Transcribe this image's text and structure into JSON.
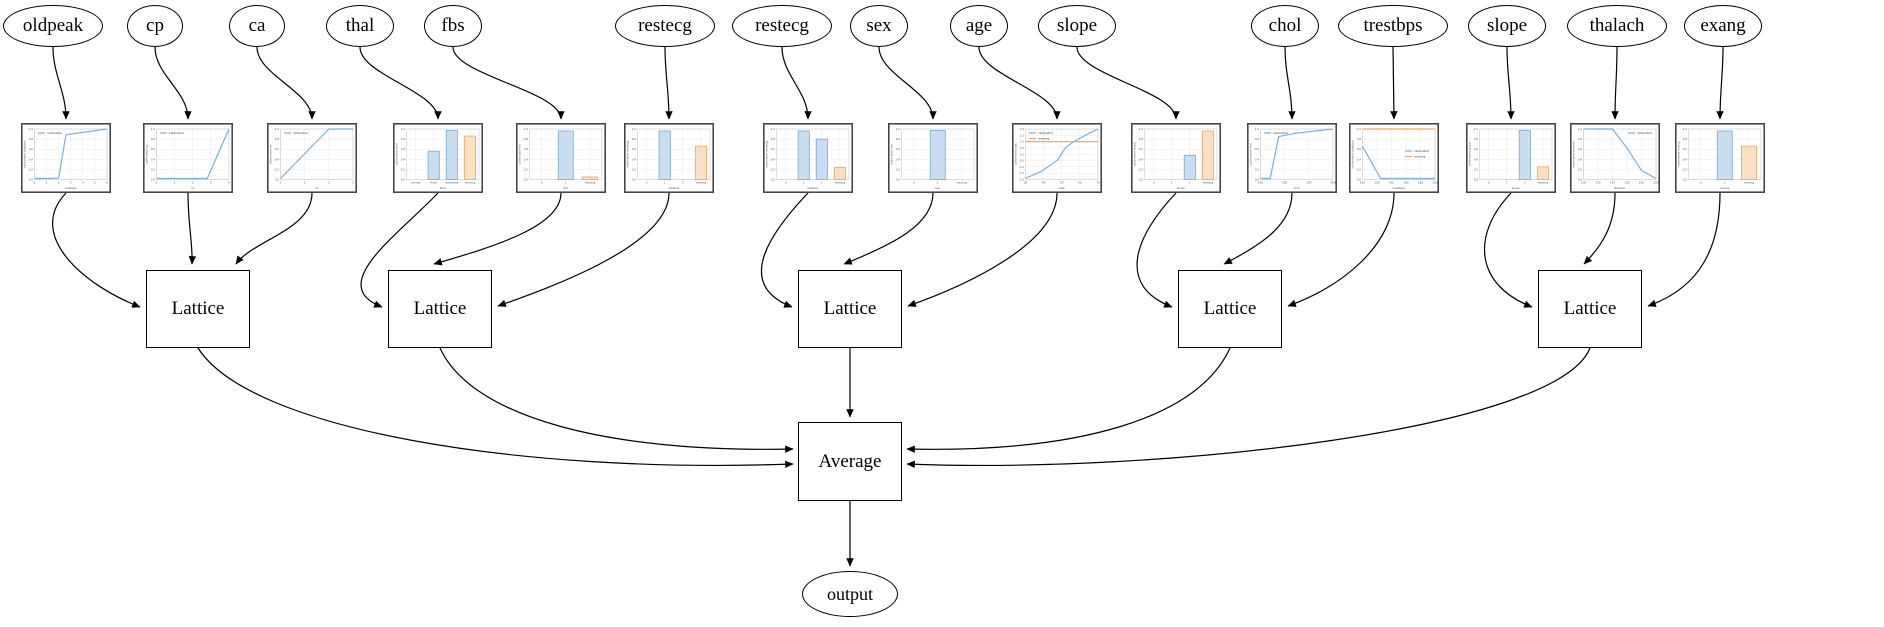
{
  "diagram": {
    "features": [
      "oldpeak",
      "cp",
      "ca",
      "thal",
      "fbs",
      "restecg",
      "restecg",
      "sex",
      "age",
      "slope",
      "chol",
      "trestbps",
      "slope",
      "thalach",
      "exang"
    ],
    "lattice_label": "Lattice",
    "average_label": "Average",
    "output_label": "output",
    "lattice_groups": [
      [
        0,
        1,
        2
      ],
      [
        3,
        4,
        5
      ],
      [
        6,
        7,
        8
      ],
      [
        9,
        10,
        11
      ],
      [
        12,
        13,
        14
      ]
    ]
  },
  "colors": {
    "calibrated_line": "#7aafdc",
    "calibrated_bar_fill": "#c9def0",
    "calibrated_bar_edge": "#74a9d4",
    "missing_line": "#f5a963",
    "missing_bar_fill": "#fbe1c3",
    "missing_bar_edge": "#f0a55e",
    "grid": "#e9e9e9",
    "frame": "#3c3c3c",
    "spine": "#cccccc",
    "tick_text": "#555555",
    "edge": "#000000"
  },
  "chart_data": [
    {
      "feature": "oldpeak",
      "type": "line",
      "xlabel": "oldpeak",
      "ylabel": "calibrated oldpeak",
      "xlim": [
        0,
        6
      ],
      "ylim": [
        0,
        1
      ],
      "xticks": [
        "0",
        "1",
        "2",
        "3",
        "4",
        "5",
        "6"
      ],
      "yticks": [
        "0.0",
        "0.2",
        "0.4",
        "0.6",
        "0.8",
        "1.0"
      ],
      "legend": {
        "position": "top-left",
        "entries": [
          {
            "label": "calibrated",
            "color": "blue"
          }
        ]
      },
      "series": [
        {
          "name": "calibrated",
          "color": "blue",
          "points": [
            [
              0,
              0.02
            ],
            [
              1,
              0.02
            ],
            [
              2,
              0.03
            ],
            [
              2.6,
              0.88
            ],
            [
              3,
              0.9
            ],
            [
              6,
              1.0
            ]
          ]
        }
      ]
    },
    {
      "feature": "cp",
      "type": "line",
      "xlabel": "cp",
      "ylabel": "calibrated cp",
      "xlim": [
        0,
        4
      ],
      "ylim": [
        0,
        1
      ],
      "xticks": [
        "0",
        "1",
        "2",
        "3",
        "4"
      ],
      "yticks": [
        "0.0",
        "0.2",
        "0.4",
        "0.6",
        "0.8",
        "1.0"
      ],
      "legend": {
        "position": "top-left",
        "entries": [
          {
            "label": "calibrated",
            "color": "blue"
          }
        ]
      },
      "series": [
        {
          "name": "calibrated",
          "color": "blue",
          "points": [
            [
              0,
              0.02
            ],
            [
              2.8,
              0.02
            ],
            [
              4,
              1.0
            ]
          ]
        }
      ]
    },
    {
      "feature": "ca",
      "type": "line",
      "xlabel": "ca",
      "ylabel": "calibrated ca",
      "xlim": [
        0,
        3
      ],
      "ylim": [
        0,
        1
      ],
      "xticks": [
        "0",
        "1",
        "2",
        "3"
      ],
      "yticks": [
        "0.0",
        "0.2",
        "0.4",
        "0.6",
        "0.8",
        "1.0"
      ],
      "legend": {
        "position": "top-left",
        "entries": [
          {
            "label": "calibrated",
            "color": "blue"
          }
        ]
      },
      "series": [
        {
          "name": "calibrated",
          "color": "blue",
          "points": [
            [
              0,
              0.02
            ],
            [
              2,
              1.0
            ],
            [
              3,
              1.0
            ]
          ]
        }
      ]
    },
    {
      "feature": "thal",
      "type": "bar",
      "xlabel": "thal",
      "ylabel": "calibrated thal",
      "categories": [
        "normal",
        "fixed",
        "reversible",
        "missing"
      ],
      "values": [
        0,
        0.56,
        0.97,
        0.86
      ],
      "bar_colors": [
        "blue",
        "blue",
        "blue",
        "orange"
      ],
      "ylim": [
        0,
        1
      ],
      "yticks": [
        "0.0",
        "0.2",
        "0.4",
        "0.6",
        "0.8",
        "1.0"
      ]
    },
    {
      "feature": "fbs",
      "type": "bar",
      "xlabel": "fbs",
      "ylabel": "calibrated fbs",
      "categories": [
        "0",
        "1",
        "missing"
      ],
      "values": [
        0,
        0.96,
        0.05
      ],
      "bar_colors": [
        "blue",
        "blue",
        "orange"
      ],
      "ylim": [
        0,
        1
      ],
      "yticks": [
        "0.0",
        "0.2",
        "0.4",
        "0.6",
        "0.8",
        "1.0"
      ]
    },
    {
      "feature": "restecg",
      "type": "bar",
      "xlabel": "restecg",
      "ylabel": "calibrated restecg",
      "categories": [
        "0",
        "1",
        "2",
        "missing"
      ],
      "values": [
        0,
        0.96,
        0,
        0.66
      ],
      "bar_colors": [
        "blue",
        "blue",
        "blue",
        "orange"
      ],
      "ylim": [
        0,
        1
      ],
      "yticks": [
        "0.0",
        "0.2",
        "0.4",
        "0.6",
        "0.8",
        "1.0"
      ]
    },
    {
      "feature": "restecg",
      "type": "bar",
      "xlabel": "restecg",
      "ylabel": "calibrated restecg",
      "categories": [
        "0",
        "1",
        "2",
        "missing"
      ],
      "values": [
        0,
        0.96,
        0.8,
        0.24
      ],
      "bar_colors": [
        "blue",
        "blue",
        "blue",
        "orange"
      ],
      "ylim": [
        0,
        1
      ],
      "yticks": [
        "0.0",
        "0.2",
        "0.4",
        "0.6",
        "0.8",
        "1.0"
      ]
    },
    {
      "feature": "sex",
      "type": "bar",
      "xlabel": "sex",
      "ylabel": "calibrated sex",
      "categories": [
        "0",
        "1",
        "missing"
      ],
      "values": [
        0,
        0.97,
        0
      ],
      "bar_colors": [
        "blue",
        "blue",
        "orange"
      ],
      "ylim": [
        0,
        1
      ],
      "yticks": [
        "0.0",
        "0.2",
        "0.4",
        "0.6",
        "0.8",
        "1.0"
      ]
    },
    {
      "feature": "age",
      "type": "line",
      "xlabel": "age",
      "ylabel": "calibrated age",
      "xlim": [
        30,
        75
      ],
      "ylim": [
        -2,
        2
      ],
      "xticks": [
        "30",
        "40",
        "50",
        "60",
        "70"
      ],
      "yticks": [
        "-2.0",
        "-1.5",
        "-1.0",
        "-0.5",
        "0.0",
        "0.5",
        "1.0",
        "1.5",
        "2.0"
      ],
      "legend": {
        "position": "top-left",
        "entries": [
          {
            "label": "calibrated",
            "color": "blue"
          },
          {
            "label": "missing",
            "color": "orange"
          }
        ]
      },
      "series": [
        {
          "name": "calibrated",
          "color": "blue",
          "points": [
            [
              30,
              -1.9
            ],
            [
              40,
              -1.35
            ],
            [
              50,
              -0.45
            ],
            [
              55,
              0.55
            ],
            [
              60,
              1.0
            ],
            [
              70,
              1.7
            ],
            [
              75,
              2.0
            ]
          ]
        },
        {
          "name": "missing",
          "color": "orange",
          "points": [
            [
              30,
              1.0
            ],
            [
              75,
              1.0
            ]
          ]
        }
      ]
    },
    {
      "feature": "slope",
      "type": "bar",
      "xlabel": "slope",
      "ylabel": "calibrated slope",
      "categories": [
        "0",
        "1",
        "2",
        "missing"
      ],
      "values": [
        0,
        0,
        0.48,
        0.96
      ],
      "bar_colors": [
        "blue",
        "blue",
        "blue",
        "orange"
      ],
      "ylim": [
        0,
        1
      ],
      "yticks": [
        "0.0",
        "0.2",
        "0.4",
        "0.6",
        "0.8",
        "1.0"
      ]
    },
    {
      "feature": "chol",
      "type": "line",
      "xlabel": "chol",
      "ylabel": "calibrated chol",
      "xlim": [
        100,
        400
      ],
      "ylim": [
        0,
        1
      ],
      "xticks": [
        "100",
        "200",
        "300",
        "400"
      ],
      "yticks": [
        "0.0",
        "0.2",
        "0.4",
        "0.6",
        "0.8",
        "1.0"
      ],
      "legend": {
        "position": "top-left",
        "entries": [
          {
            "label": "calibrated",
            "color": "blue"
          }
        ]
      },
      "series": [
        {
          "name": "calibrated",
          "color": "blue",
          "points": [
            [
              100,
              0.02
            ],
            [
              140,
              0.02
            ],
            [
              175,
              0.85
            ],
            [
              250,
              0.92
            ],
            [
              400,
              1.0
            ]
          ]
        }
      ]
    },
    {
      "feature": "trestbps",
      "type": "line",
      "xlabel": "trestbps",
      "ylabel": "calibrated trestbps",
      "xlim": [
        100,
        200
      ],
      "ylim": [
        0,
        1
      ],
      "xticks": [
        "100",
        "120",
        "140",
        "160",
        "180",
        "200"
      ],
      "yticks": [
        "0.0",
        "0.2",
        "0.4",
        "0.6",
        "0.8",
        "1.0"
      ],
      "legend": {
        "position": "mid-right",
        "entries": [
          {
            "label": "calibrated",
            "color": "blue"
          },
          {
            "label": "missing",
            "color": "orange"
          }
        ]
      },
      "series": [
        {
          "name": "calibrated",
          "color": "blue",
          "points": [
            [
              100,
              0.66
            ],
            [
              125,
              0.02
            ],
            [
              200,
              0.02
            ]
          ]
        },
        {
          "name": "missing",
          "color": "orange",
          "points": [
            [
              100,
              1.0
            ],
            [
              200,
              1.0
            ]
          ]
        }
      ]
    },
    {
      "feature": "slope",
      "type": "bar",
      "xlabel": "slope",
      "ylabel": "calibrated slope",
      "categories": [
        "0",
        "1",
        "2",
        "missing"
      ],
      "values": [
        0,
        0,
        0.97,
        0.25
      ],
      "bar_colors": [
        "blue",
        "blue",
        "blue",
        "orange"
      ],
      "ylim": [
        0,
        1
      ],
      "yticks": [
        "0.0",
        "0.2",
        "0.4",
        "0.6",
        "0.8",
        "1.0"
      ]
    },
    {
      "feature": "thalach",
      "type": "line",
      "xlabel": "thalach",
      "ylabel": "calibrated thalach",
      "xlim": [
        100,
        200
      ],
      "ylim": [
        0,
        1
      ],
      "xticks": [
        "100",
        "120",
        "140",
        "160",
        "180",
        "200"
      ],
      "yticks": [
        "0.0",
        "0.2",
        "0.4",
        "0.6",
        "0.8",
        "1.0"
      ],
      "legend": {
        "position": "top-right",
        "entries": [
          {
            "label": "calibrated",
            "color": "blue"
          }
        ]
      },
      "series": [
        {
          "name": "calibrated",
          "color": "blue",
          "points": [
            [
              100,
              1.0
            ],
            [
              140,
              1.0
            ],
            [
              160,
              0.62
            ],
            [
              180,
              0.18
            ],
            [
              200,
              0.02
            ]
          ]
        }
      ]
    },
    {
      "feature": "exang",
      "type": "bar",
      "xlabel": "exang",
      "ylabel": "calibrated exang",
      "categories": [
        "0",
        "1",
        "missing"
      ],
      "values": [
        0,
        0.96,
        0.66
      ],
      "bar_colors": [
        "blue",
        "blue",
        "orange"
      ],
      "ylim": [
        0,
        1
      ],
      "yticks": [
        "0.0",
        "0.2",
        "0.4",
        "0.6",
        "0.8",
        "1.0"
      ]
    }
  ]
}
